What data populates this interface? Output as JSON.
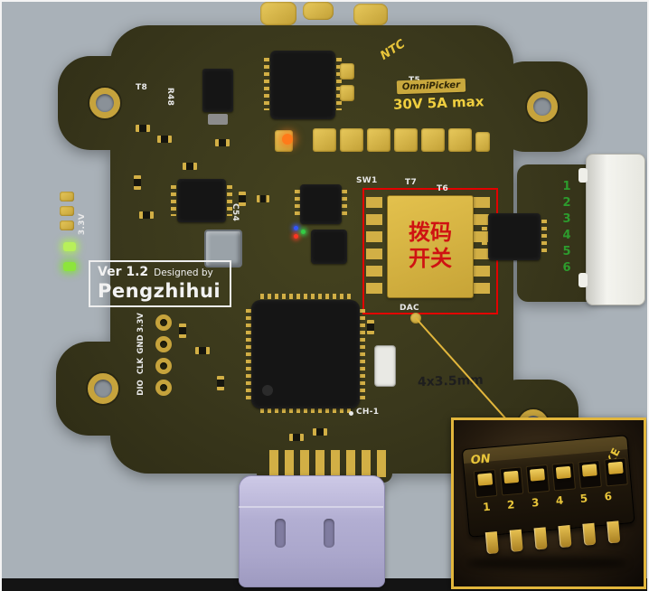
{
  "scene": {
    "background_color": "#a9b1b8",
    "bottom_bar_color": "#141414"
  },
  "board": {
    "pcb_color": "#3b391d",
    "gold_color": "#d2af45",
    "silkscreen": {
      "t8": "T8",
      "r48": "R48",
      "t5": "T5",
      "sw1": "SW1",
      "t7": "T7",
      "t6": "T6",
      "c54": "C54",
      "dac": "DAC",
      "ch1": "CH-1",
      "v33": "3.3V",
      "ntc": "NTC"
    },
    "badge": {
      "brand": "OmniPicker",
      "rating": "30V 5A max"
    },
    "version_block": {
      "version": "Ver 1.2",
      "designed_by": "Designed by",
      "author": "Pengzhihui"
    },
    "dip_switch_label": {
      "line1": "拨码",
      "line2": "开关"
    },
    "size_annotation": "4x3.5mm",
    "right_connector_pins": [
      "1",
      "2",
      "3",
      "4",
      "5",
      "6"
    ],
    "swd_pads": [
      "3.3V",
      "GND",
      "CLK",
      "DIO"
    ],
    "annotation_red": "#e30000"
  },
  "inset": {
    "on_label": "ON",
    "ke_label": "KE",
    "switch_numbers": [
      "1",
      "2",
      "3",
      "4",
      "5",
      "6"
    ],
    "accent_color": "#e2b63c"
  }
}
